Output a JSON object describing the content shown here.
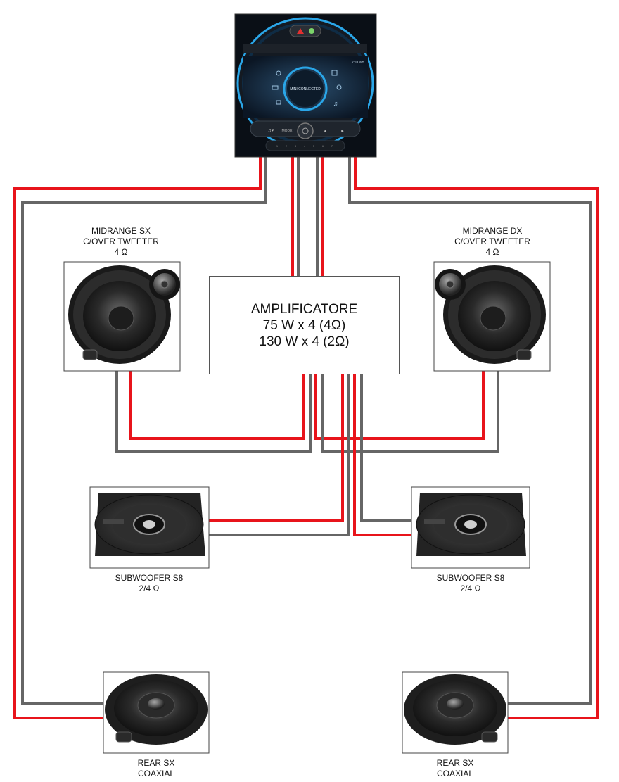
{
  "head_unit": {
    "screen_label": "MINI CONNECTED",
    "clock": "7:11 am",
    "mode_button": "MODE"
  },
  "amplifier": {
    "line1": "AMPLIFICATORE",
    "line2": "75 W x 4 (4Ω)",
    "line3": "130 W x 4 (2Ω)"
  },
  "speakers": {
    "midrange_left": {
      "line1": "MIDRANGE SX",
      "line2": "C/OVER TWEETER",
      "line3": "4 Ω"
    },
    "midrange_right": {
      "line1": "MIDRANGE DX",
      "line2": "C/OVER TWEETER",
      "line3": "4 Ω"
    },
    "sub_left": {
      "line1": "SUBWOOFER S8",
      "line2": "2/4 Ω"
    },
    "sub_right": {
      "line1": "SUBWOOFER S8",
      "line2": "2/4 Ω"
    },
    "rear_left": {
      "line1": "REAR SX",
      "line2": "COAXIAL"
    },
    "rear_right": {
      "line1": "REAR SX",
      "line2": "COAXIAL"
    }
  },
  "colors": {
    "positive_wire": "#e8141b",
    "negative_wire": "#666666",
    "screen_ring": "#2aa6e8"
  }
}
